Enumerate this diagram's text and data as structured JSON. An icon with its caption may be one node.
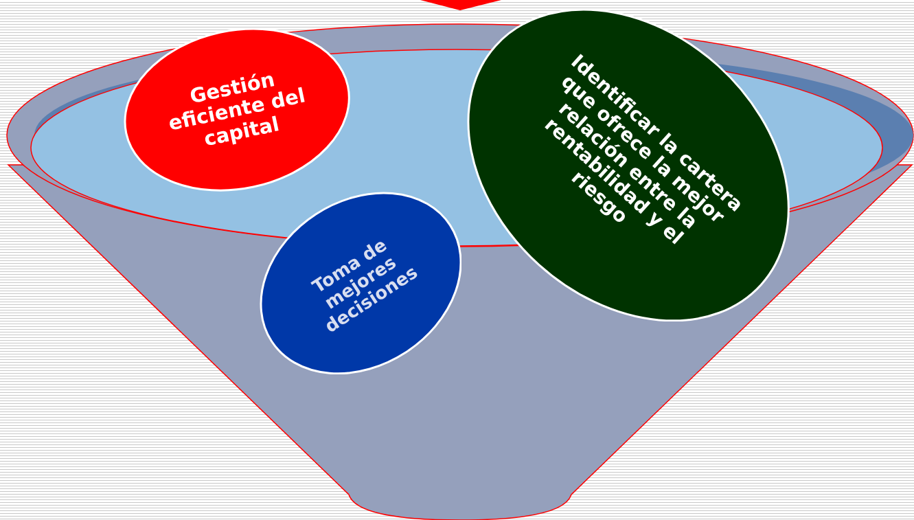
{
  "diagram": {
    "nodes": [
      {
        "text": [
          "Gestión eficiente del capital"
        ]
      },
      {
        "text": [
          "Identificar la cartera que ofrece la mejor relación entre la rentabilidad y el riesgo"
        ]
      },
      {
        "text": [
          "Toma de mejores decisiones"
        ]
      }
    ]
  }
}
